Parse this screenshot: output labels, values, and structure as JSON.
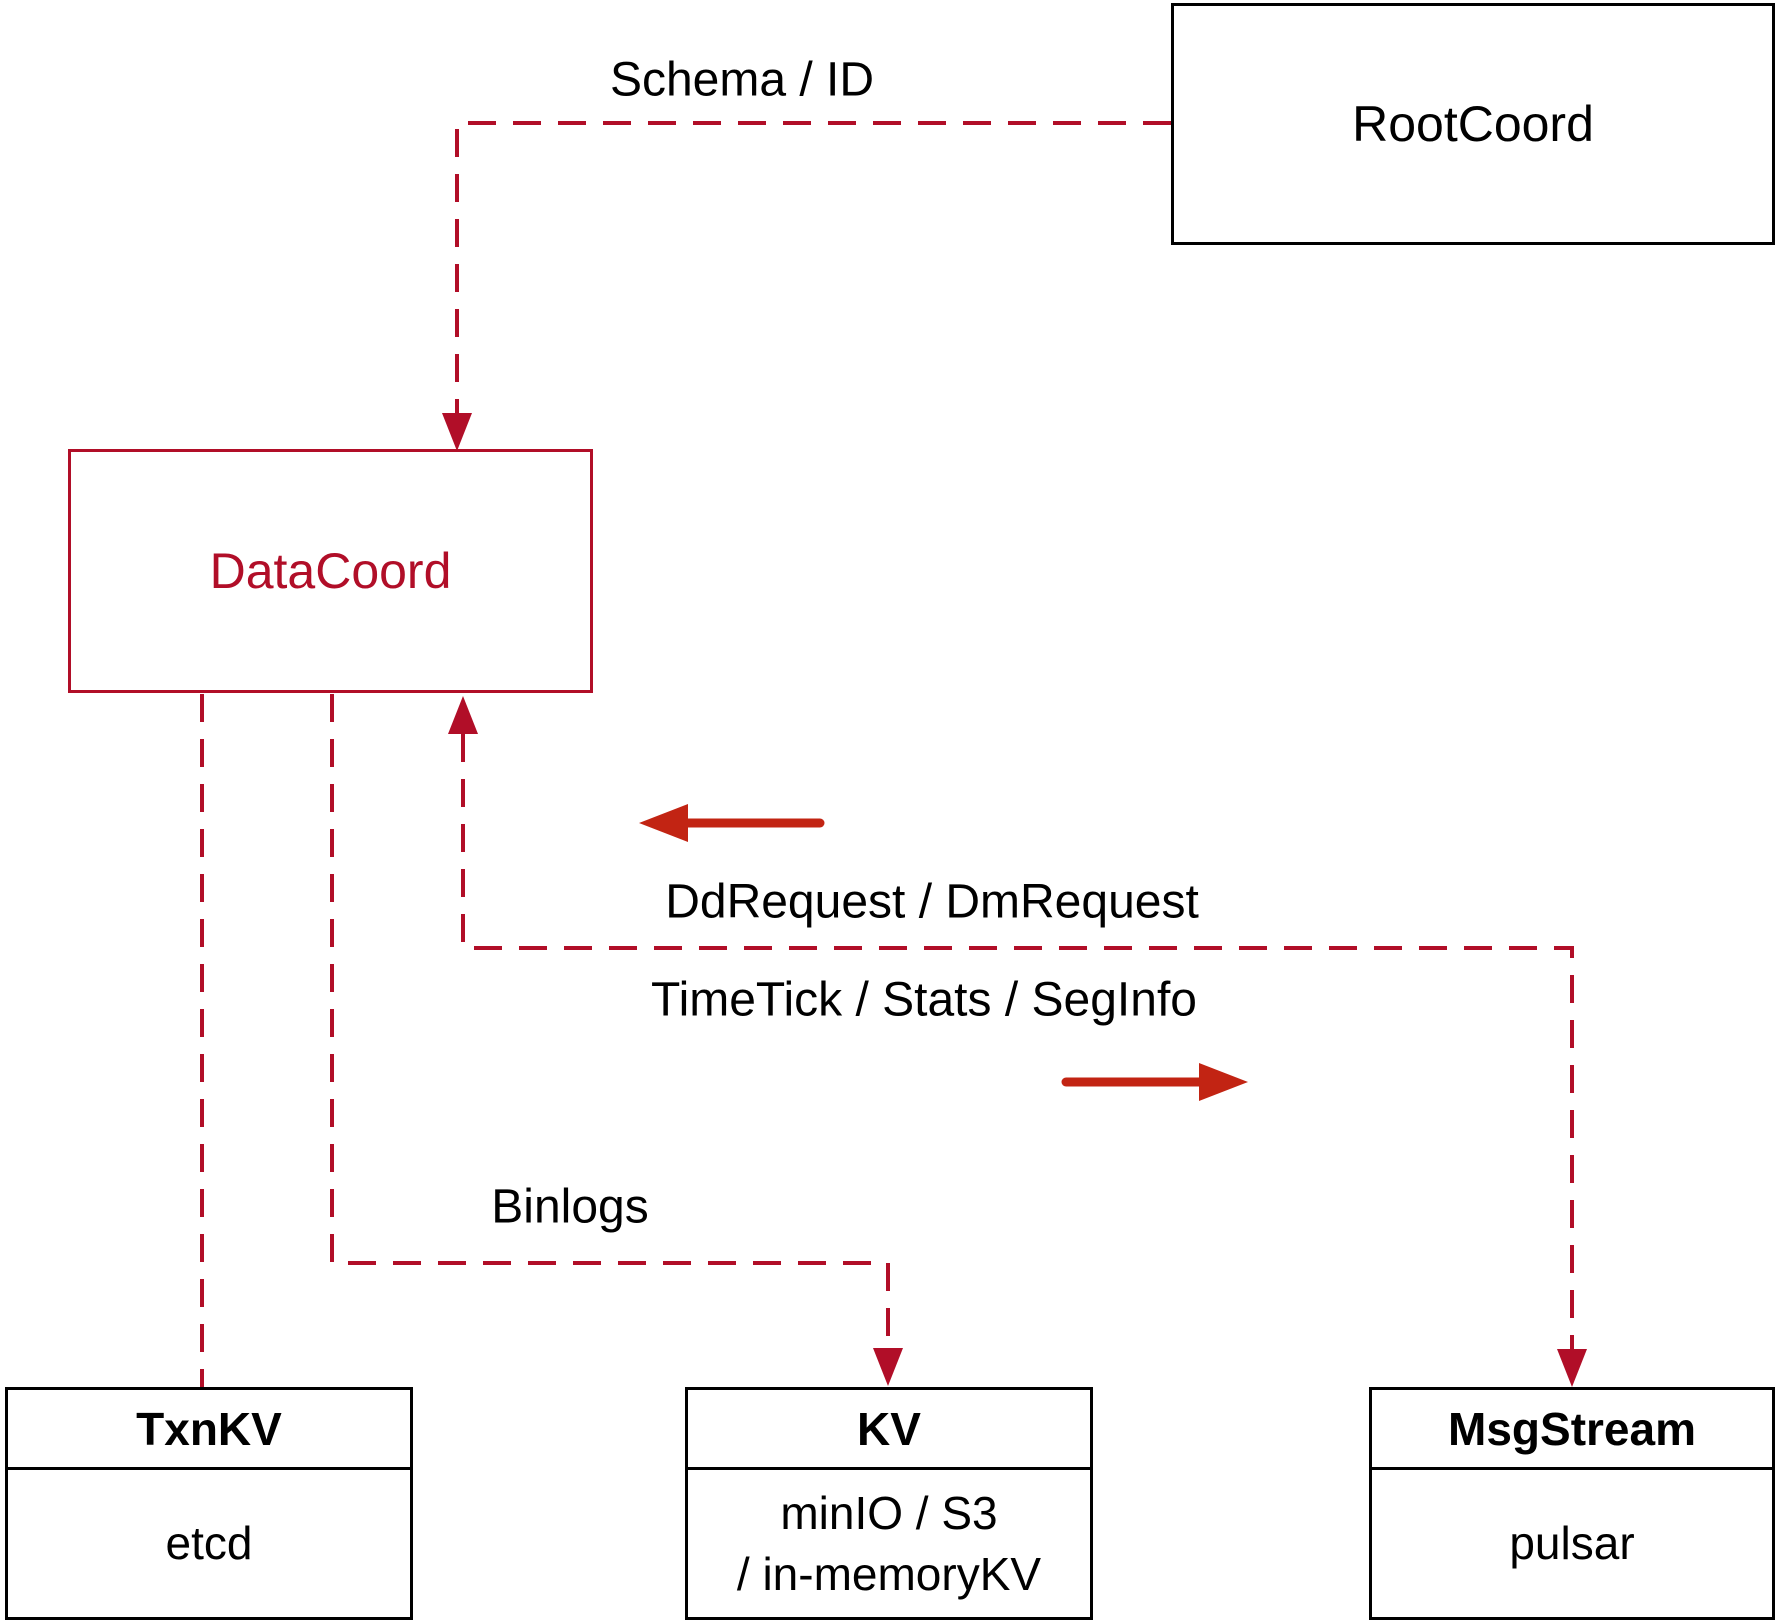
{
  "diagram": {
    "nodes": {
      "root_coord": {
        "label": "RootCoord"
      },
      "data_coord": {
        "label": "DataCoord"
      },
      "txn_kv": {
        "title": "TxnKV",
        "impl": "etcd"
      },
      "kv": {
        "title": "KV",
        "impl_line1": "minIO / S3",
        "impl_line2": "/ in-memoryKV"
      },
      "msg_stream": {
        "title": "MsgStream",
        "impl": "pulsar"
      }
    },
    "edge_labels": {
      "schema_id": "Schema / ID",
      "dd_dm_request": "DdRequest / DmRequest",
      "timetick_stats_seginfo": "TimeTick / Stats / SegInfo",
      "binlogs": "Binlogs"
    },
    "colors": {
      "crimson": "#b10e28",
      "arrow_red": "#c22413",
      "black": "#000000"
    }
  }
}
